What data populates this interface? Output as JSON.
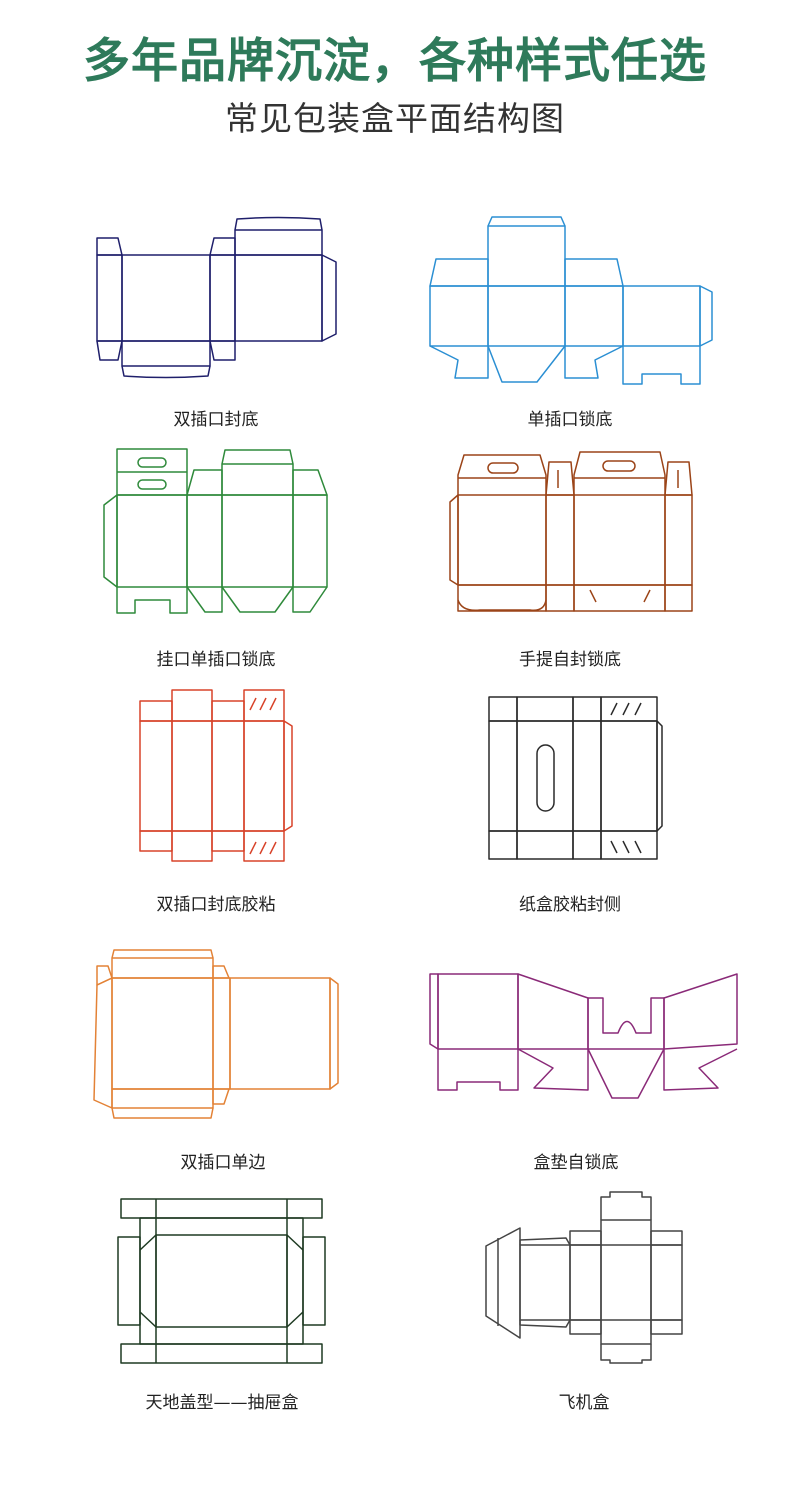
{
  "header": {
    "title": "多年品牌沉淀，各种样式任选",
    "subtitle": "常见包装盒平面结构图"
  },
  "boxes": [
    {
      "label": "双插口封底",
      "color": "#1f1f6b"
    },
    {
      "label": "单插口锁底",
      "color": "#2b8fd3"
    },
    {
      "label": "挂口单插口锁底",
      "color": "#2f8a3b"
    },
    {
      "label": "手提自封锁底",
      "color": "#9b4418"
    },
    {
      "label": "双插口封底胶粘",
      "color": "#d8432a"
    },
    {
      "label": "纸盒胶粘封侧",
      "color": "#2a2a2a"
    },
    {
      "label": "双插口单边",
      "color": "#e38236"
    },
    {
      "label": "盒垫自锁底",
      "color": "#8a2a78"
    },
    {
      "label": "天地盖型——抽屉盒",
      "color": "#1e3a22"
    },
    {
      "label": "飞机盒",
      "color": "#444444"
    }
  ]
}
